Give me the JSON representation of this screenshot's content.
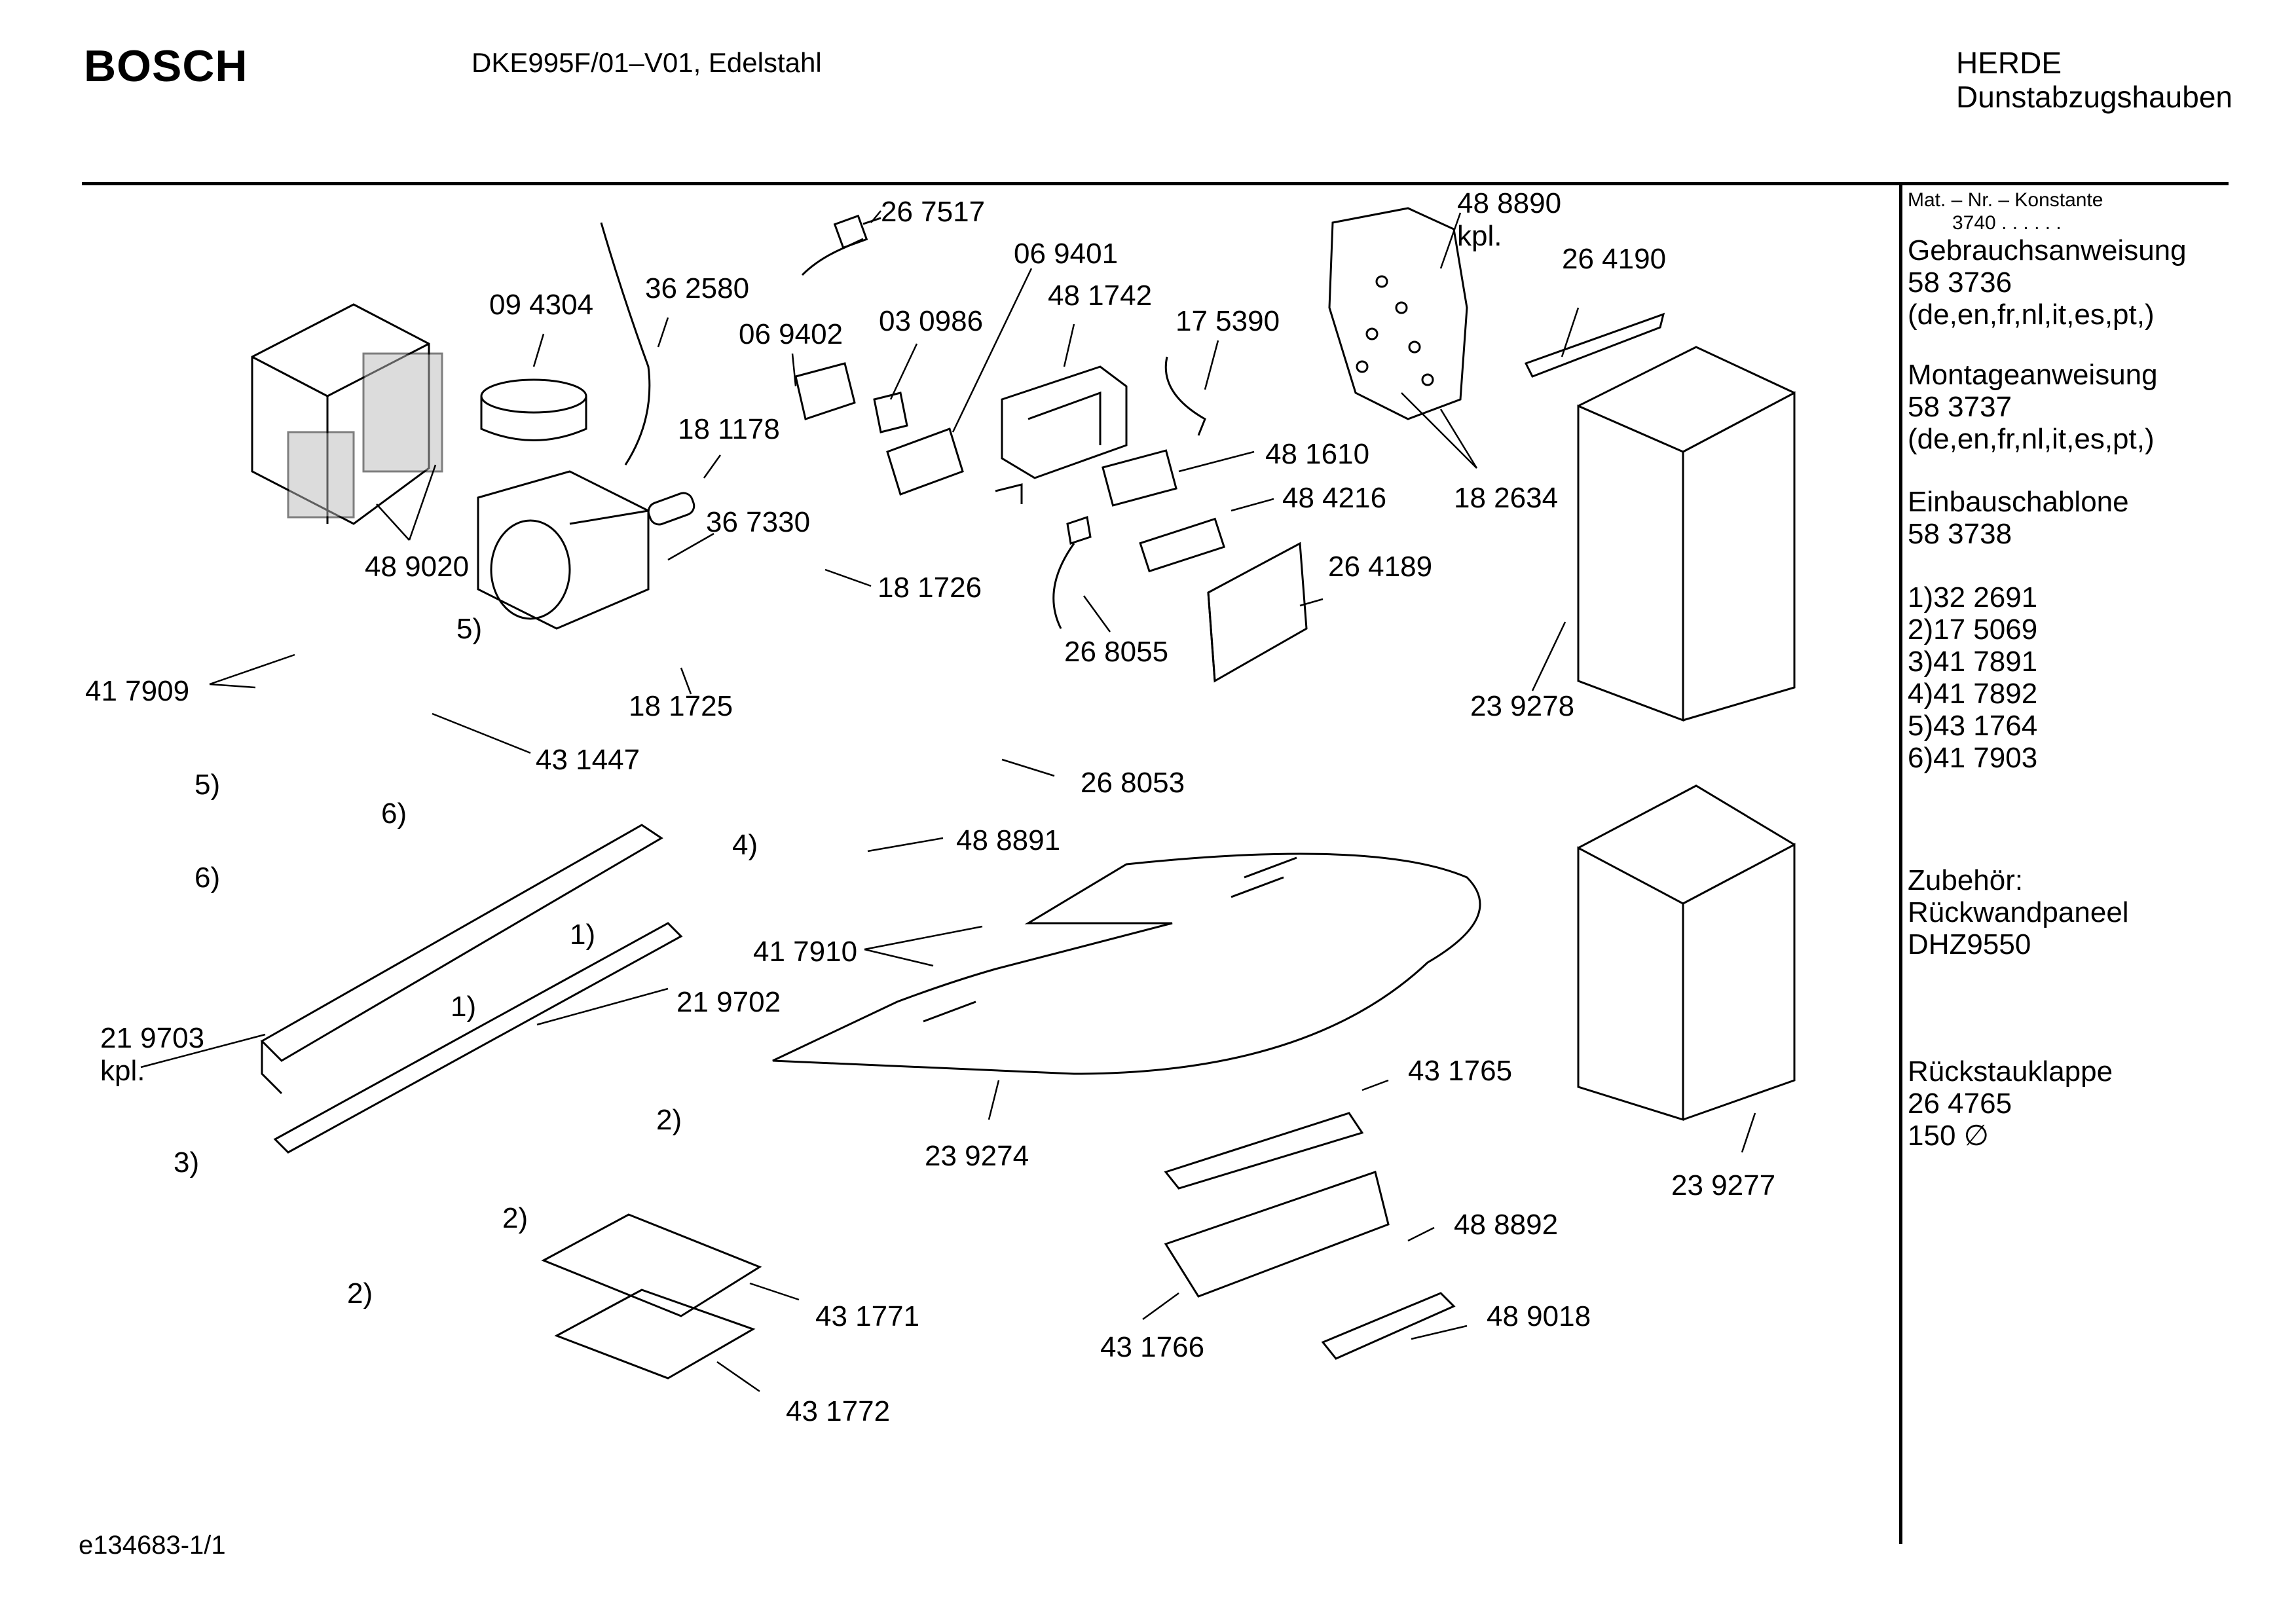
{
  "header": {
    "brand": "BOSCH",
    "model": "DKE995F/01–V01,  Edelstahl",
    "category_line1": "HERDE",
    "category_line2": "Dunstabzugshauben"
  },
  "footer": {
    "doc_id": "e134683-1/1"
  },
  "sidebar": {
    "mat_nr_label": "Mat. – Nr. – Konstante",
    "mat_nr_value": "3740  .  .  .  .  .  .",
    "manual_title": "Gebrauchsanweisung",
    "manual_number": "58 3736",
    "manual_langs": "(de,en,fr,nl,it,es,pt,)",
    "mounting_title": "Montageanweisung",
    "mounting_number": "58 3737",
    "mounting_langs": "(de,en,fr,nl,it,es,pt,)",
    "template_title": "Einbauschablone",
    "template_number": "58 3738",
    "footnotes": [
      "1)32 2691",
      "2)17 5069",
      "3)41 7891",
      "4)41 7892",
      "5)43 1764",
      "6)41 7903"
    ],
    "accessory_title": "Zubehör:",
    "accessory_name": "Rückwandpaneel",
    "accessory_code": "DHZ9550",
    "valve_title": "Rückstauklappe",
    "valve_number": "26 4765",
    "valve_size": "150 ∅"
  },
  "parts": {
    "p267517": "26 7517",
    "p069401": "06 9401",
    "p488890": "48 8890",
    "kpl": "kpl.",
    "p264190": "26 4190",
    "p094304": "09 4304",
    "p362580": "36 2580",
    "p069402": "06 9402",
    "p030986": "03 0986",
    "p481742": "48 1742",
    "p175390": "17 5390",
    "p181178": "18 1178",
    "p481610": "48 1610",
    "p484216": "48 4216",
    "p182634": "18 2634",
    "p367330": "36 7330",
    "p489020": "48 9020",
    "p181726": "18 1726",
    "p264189": "26 4189",
    "p268055": "26 8055",
    "p417909": "41 7909",
    "p181725": "18 1725",
    "p239278": "23 9278",
    "p431447": "43 1447",
    "p268053": "26 8053",
    "p488891": "48 8891",
    "p417910": "41 7910",
    "p219702": "21 9702",
    "p219703": "21 9703",
    "p431765": "43 1765",
    "p239274": "23 9274",
    "p239277": "23 9277",
    "p488892": "48 8892",
    "p431771": "43 1771",
    "p431766": "43 1766",
    "p489018": "48 9018",
    "p431772": "43 1772",
    "n1": "1)",
    "n2": "2)",
    "n3": "3)",
    "n4": "4)",
    "n5": "5)",
    "n6": "6)"
  }
}
